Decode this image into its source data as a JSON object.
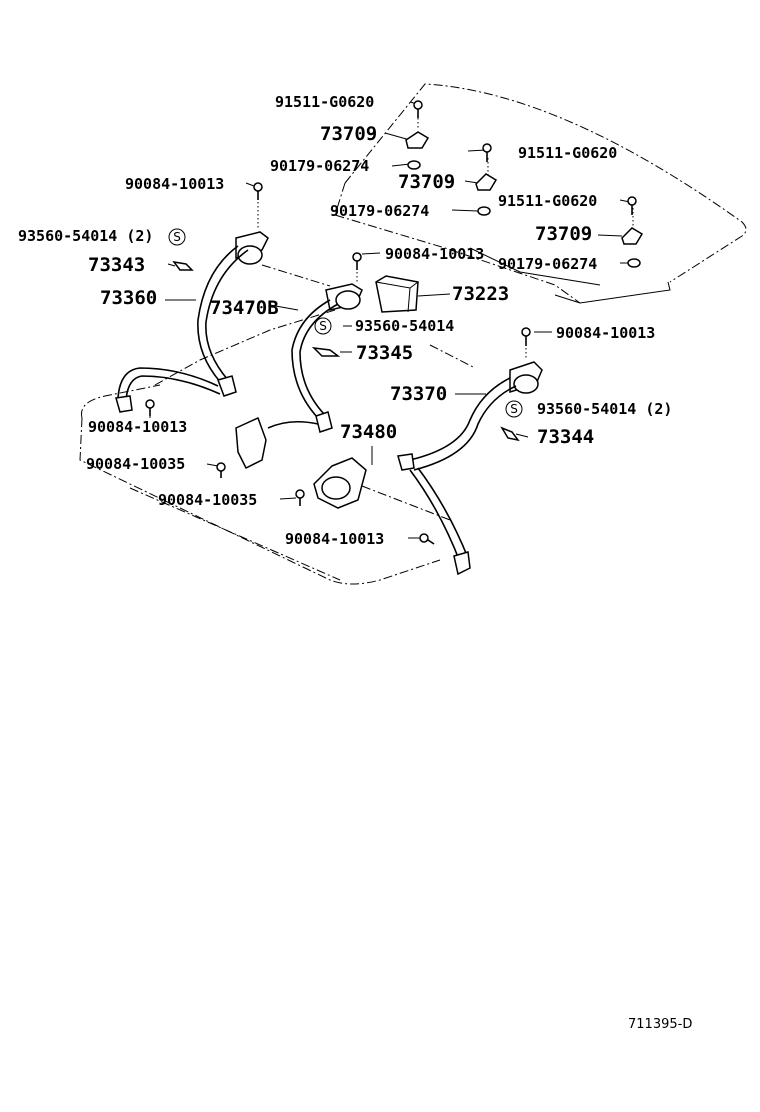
{
  "labels": {
    "p91511_a": "91511-G0620",
    "p73709_a": "73709",
    "p91511_b": "91511-G0620",
    "p90179_a": "90179-06274",
    "p73709_b": "73709",
    "p90084_a": "90084-10013",
    "p91511_c": "91511-G0620",
    "p90179_b": "90179-06274",
    "p93560_a": "93560-54014 (2)",
    "p73709_c": "73709",
    "p90084_b": "90084-10013",
    "p73343": "73343",
    "p90179_c": "90179-06274",
    "p73360": "73360",
    "p73223": "73223",
    "p73470b": "73470B",
    "p93560_b": "93560-54014",
    "p90084_c": "90084-10013",
    "p73345": "73345",
    "p73370": "73370",
    "p93560_c": "93560-54014 (2)",
    "p90084_d": "90084-10013",
    "p73480": "73480",
    "p73344": "73344",
    "p90084_e": "90084-10035",
    "p90084_f": "90084-10035",
    "p90084_g": "90084-10013"
  },
  "s_mark": "S",
  "diagram_code": "711395-D"
}
